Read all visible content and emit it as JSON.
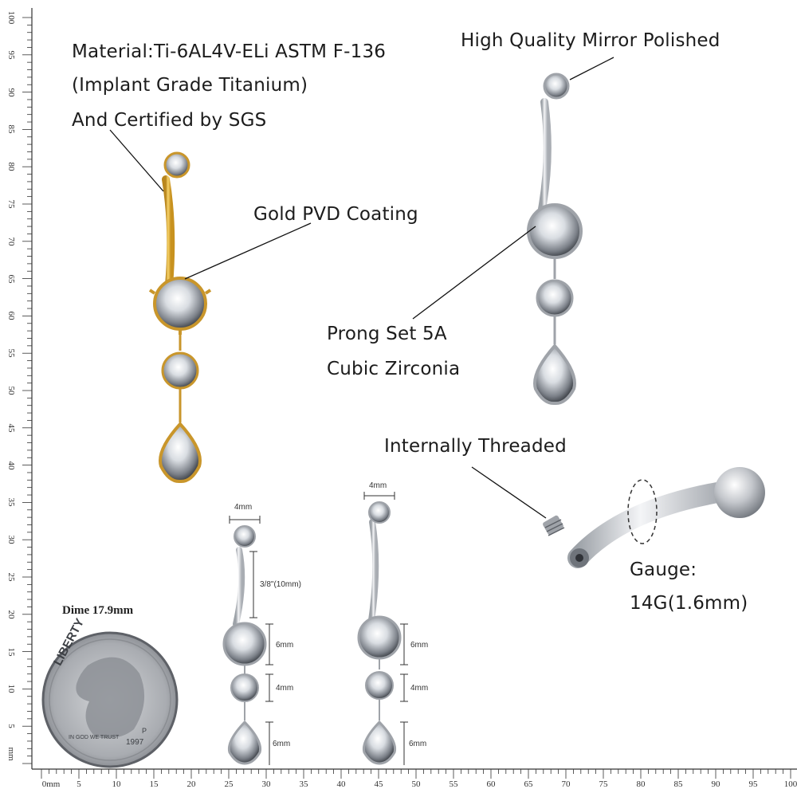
{
  "labels": {
    "material_line1": "Material:Ti-6AL4V-ELi ASTM F-136",
    "material_line2": "(Implant Grade Titanium)",
    "material_line3": "And Certified by SGS",
    "polish": "High Quality Mirror Polished",
    "coating": "Gold PVD Coating",
    "prong_line1": "Prong Set 5A",
    "prong_line2": "Cubic Zirconia",
    "threaded": "Internally Threaded",
    "gauge_line1": "Gauge:",
    "gauge_line2": "14G(1.6mm)"
  },
  "dimensions": {
    "top_width_a": "4mm",
    "top_width_b": "4mm",
    "bar_length": "3/8\"(10mm)",
    "gem_large_a": "6mm",
    "gem_small_a": "4mm",
    "drop_a": "6mm",
    "gem_large_b": "6mm",
    "gem_small_b": "4mm",
    "drop_b": "6mm"
  },
  "dime": {
    "caption": "Dime 17.9mm",
    "motto": "LIBERTY",
    "inscription": "IN GOD WE TRUST",
    "year": "1997",
    "mint": "P"
  },
  "ruler": {
    "x_ticks": [
      "0mm",
      "5",
      "10",
      "15",
      "20",
      "25",
      "30",
      "35",
      "40",
      "45",
      "50",
      "55",
      "60",
      "65",
      "70",
      "75",
      "80",
      "85",
      "90",
      "95",
      "100"
    ],
    "y_ticks": [
      "mm",
      "5",
      "10",
      "15",
      "20",
      "25",
      "30",
      "35",
      "40",
      "45",
      "50",
      "55",
      "60",
      "65",
      "70",
      "75",
      "80",
      "85",
      "90",
      "95",
      "100"
    ]
  },
  "colors": {
    "gold": "#e3b23c",
    "silver": "#c9ccd1",
    "text": "#1c1c1c",
    "ruler": "#333333"
  }
}
